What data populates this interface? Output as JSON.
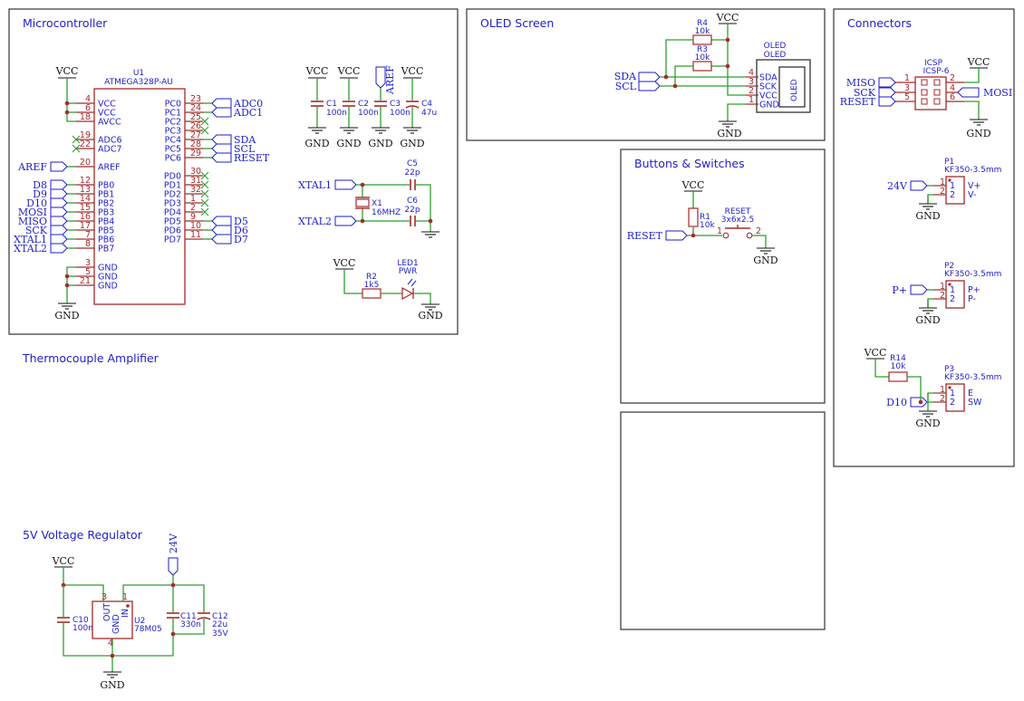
{
  "frames": [
    {
      "title": "Microcontroller"
    },
    {
      "title": "OLED Screen"
    },
    {
      "title": "Connectors"
    },
    {
      "title": "Buttons & Switches"
    },
    {
      "title": ""
    }
  ],
  "free_titles": {
    "thermo": "Thermocouple Amplifier",
    "vreg": "5V Voltage Regulator"
  },
  "power": {
    "vcc": "VCC",
    "gnd": "GND",
    "v24": "24V"
  },
  "u1": {
    "ref": "U1",
    "value": "ATMEGA328P-AU",
    "left_pins": [
      {
        "num": "4",
        "name": "VCC"
      },
      {
        "num": "6",
        "name": "VCC"
      },
      {
        "num": "18",
        "name": "AVCC"
      },
      {
        "num": "19",
        "name": "ADC6"
      },
      {
        "num": "22",
        "name": "ADC7"
      },
      {
        "num": "20",
        "name": "AREF"
      },
      {
        "num": "12",
        "name": "PB0"
      },
      {
        "num": "13",
        "name": "PB1"
      },
      {
        "num": "14",
        "name": "PB2"
      },
      {
        "num": "15",
        "name": "PB3"
      },
      {
        "num": "16",
        "name": "PB4"
      },
      {
        "num": "17",
        "name": "PB5"
      },
      {
        "num": "7",
        "name": "PB6"
      },
      {
        "num": "8",
        "name": "PB7"
      },
      {
        "num": "3",
        "name": "GND"
      },
      {
        "num": "5",
        "name": "GND"
      },
      {
        "num": "21",
        "name": "GND"
      }
    ],
    "right_pins": [
      {
        "num": "23",
        "name": "PC0"
      },
      {
        "num": "24",
        "name": "PC1"
      },
      {
        "num": "25",
        "name": "PC2"
      },
      {
        "num": "26",
        "name": "PC3"
      },
      {
        "num": "27",
        "name": "PC4"
      },
      {
        "num": "28",
        "name": "PC5"
      },
      {
        "num": "29",
        "name": "PC6"
      },
      {
        "num": "30",
        "name": "PD0"
      },
      {
        "num": "31",
        "name": "PD1"
      },
      {
        "num": "32",
        "name": "PD2"
      },
      {
        "num": "1",
        "name": "PD3"
      },
      {
        "num": "2",
        "name": "PD4"
      },
      {
        "num": "9",
        "name": "PD5"
      },
      {
        "num": "10",
        "name": "PD6"
      },
      {
        "num": "11",
        "name": "PD7"
      }
    ],
    "left_nets": [
      "AREF",
      "D8",
      "D9",
      "D10",
      "MOSI",
      "MISO",
      "SCK",
      "XTAL1",
      "XTAL2"
    ],
    "right_nets": [
      "ADC0",
      "ADC1",
      "SDA",
      "SCL",
      "RESET",
      "D5",
      "D6",
      "D7"
    ]
  },
  "caps": [
    {
      "ref": "C1",
      "value": "100n"
    },
    {
      "ref": "C2",
      "value": "100n"
    },
    {
      "ref": "C3",
      "value": "100n"
    },
    {
      "ref": "C4",
      "value": "47u"
    }
  ],
  "aref_net": "AREF",
  "crystal": {
    "xtal1": "XTAL1",
    "xtal2": "XTAL2",
    "c5_ref": "C5",
    "c5_val": "22p",
    "c6_ref": "C6",
    "c6_val": "22p",
    "x_ref": "X1",
    "x_val": "16MHZ"
  },
  "led": {
    "r_ref": "R2",
    "r_val": "1k5",
    "led_ref": "LED1",
    "led_val": "PWR"
  },
  "oled": {
    "r4_ref": "R4",
    "r4_val": "10k",
    "r3_ref": "R3",
    "r3_val": "10k",
    "sda": "SDA",
    "scl": "SCL",
    "title1": "OLED",
    "title2": "OLED",
    "module_label": "OLED",
    "pins": [
      {
        "num": "4",
        "name": "SDA"
      },
      {
        "num": "3",
        "name": "SCK"
      },
      {
        "num": "2",
        "name": "VCC"
      },
      {
        "num": "1",
        "name": "GND"
      }
    ]
  },
  "icsp": {
    "ref": "ICSP",
    "value": "ICSP-6",
    "left_nets": [
      "MISO",
      "SCK",
      "RESET"
    ],
    "right_net": "MOSI",
    "pins_left": [
      "1",
      "3",
      "5"
    ],
    "pins_right": [
      "2",
      "4",
      "6"
    ]
  },
  "terminals": [
    {
      "ref": "P1",
      "value": "KF350-3.5mm",
      "net": "24V",
      "l1": "V+",
      "l2": "V-"
    },
    {
      "ref": "P2",
      "value": "KF350-3.5mm",
      "net": "P+",
      "l1": "P+",
      "l2": "P-"
    },
    {
      "ref": "P3",
      "value": "KF350-3.5mm",
      "net": "D10",
      "l1": "E",
      "l2": "SW"
    }
  ],
  "r14": {
    "ref": "R14",
    "value": "10k"
  },
  "button": {
    "r_ref": "R1",
    "r_val": "10k",
    "sw_ref": "RESET",
    "sw_val": "3x6x2.5",
    "net": "RESET",
    "p1": "1",
    "p2": "2"
  },
  "vreg": {
    "u_ref": "U2",
    "u_val": "78M05",
    "out": "OUT",
    "gnd": "GND",
    "in": "IN",
    "p_out": "3",
    "p_gnd": "4",
    "p_in": "1",
    "c10_ref": "C10",
    "c10_val": "100n",
    "c11_ref": "C11",
    "c11_val": "330n",
    "c12_ref": "C12",
    "c12_val": "22u",
    "c12_v": "35V"
  },
  "colors": {
    "wire": "#2f9e2f",
    "part": "#a52a2a",
    "label": "#1e1ecd"
  }
}
